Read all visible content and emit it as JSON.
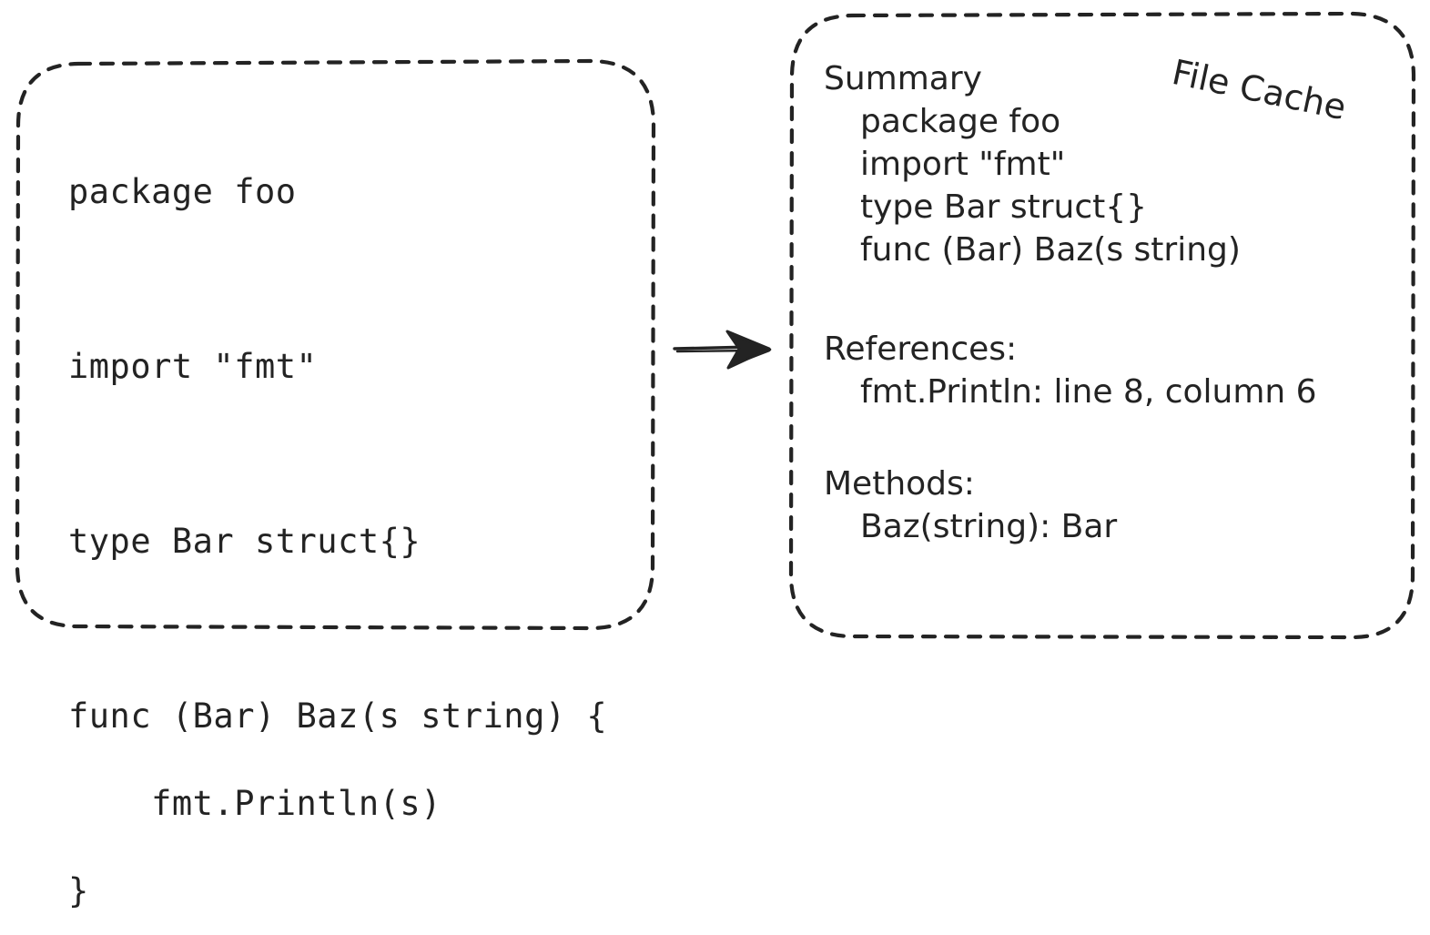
{
  "diagram": {
    "type": "flow",
    "description": "Go source file transformed into a cached summary structure",
    "background_color": "#ffffff",
    "stroke_color": "#232323"
  },
  "source_panel": {
    "name": "source-file",
    "border_style": "dashed-rounded-handdrawn",
    "code_lines": [
      "package foo",
      "",
      "import \"fmt\"",
      "",
      "type Bar struct{}",
      "",
      "func (Bar) Baz(s string) {",
      "    fmt.Println(s)",
      "}"
    ],
    "code_text": "package foo\n\nimport \"fmt\"\n\ntype Bar struct{}\n\nfunc (Bar) Baz(s string) {\n    fmt.Println(s)\n}"
  },
  "arrow": {
    "name": "transform-arrow",
    "direction": "right",
    "label": ""
  },
  "cache_panel": {
    "name": "file-cache",
    "title": "File Cache",
    "title_rotation_deg": 12,
    "border_style": "dashed-rounded-handdrawn",
    "sections": [
      {
        "heading": "Summary",
        "items": [
          "package foo",
          "import \"fmt\"",
          "type Bar struct{}",
          "func (Bar) Baz(s string)"
        ]
      },
      {
        "heading": "References:",
        "items": [
          "fmt.Println: line 8, column 6"
        ]
      },
      {
        "heading": "Methods:",
        "items": [
          "Baz(string): Bar"
        ]
      }
    ]
  }
}
